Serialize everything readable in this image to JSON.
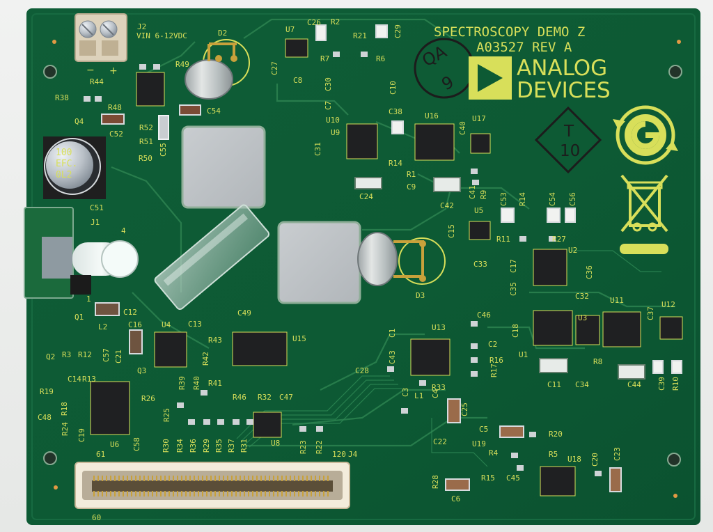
{
  "board": {
    "title": "SPECTROSCOPY DEMO Z",
    "part_number": "A03527 REV A",
    "brand_line1": "ANALOG",
    "brand_line2": "DEVICES",
    "qa_stamp_line1": "QA",
    "qa_stamp_line2": "9",
    "t_mark_line1": "T",
    "t_mark_line2": "10",
    "power_connector_label": "J2",
    "power_spec": "VIN 6-12VDC",
    "polarity_minus": "−",
    "polarity_plus": "+",
    "capacitor_text_line1": "100",
    "capacitor_text_line2": "EFC.",
    "capacitor_text_line3": "0L2",
    "edge_connector_label": "J4",
    "edge_pin_61": "61",
    "edge_pin_60": "60",
    "edge_pin_120": "120",
    "j1_pin_4": "4",
    "j1_pin_1": "1"
  },
  "refs": {
    "J1": "J1",
    "D2": "D2",
    "D3": "D3",
    "U1": "U1",
    "U2": "U2",
    "U3": "U3",
    "U4": "U4",
    "U5": "U5",
    "U6": "U6",
    "U7": "U7",
    "U8": "U8",
    "U9": "U9",
    "U10": "U10",
    "U11": "U11",
    "U12": "U12",
    "U13": "U13",
    "U15": "U15",
    "U16": "U16",
    "U17": "U17",
    "U18": "U18",
    "U19": "U19",
    "Q1": "Q1",
    "Q2": "Q2",
    "Q3": "Q3",
    "Q4": "Q4",
    "L1": "L1",
    "L2": "L2",
    "C51": "C51",
    "C52": "C52",
    "C54": "C54",
    "C55": "C55",
    "C12": "C12",
    "C16": "C16",
    "C13": "C13",
    "C49": "C49",
    "C47": "C47",
    "C24": "C24",
    "C42": "C42",
    "C11": "C11",
    "C44": "C44",
    "C46": "C46",
    "C28": "C28",
    "C25": "C25",
    "C6": "C6",
    "C23": "C23",
    "C20": "C20",
    "C45": "C45",
    "C5": "C5",
    "C22": "C22",
    "C34": "C34",
    "C32": "C32",
    "C37": "C37",
    "C36": "C36",
    "C35": "C35",
    "C33": "C33",
    "C17": "C17",
    "C15": "C15",
    "C53": "C53",
    "C56": "C56",
    "C38": "C38",
    "C40": "C40",
    "C41": "C41",
    "C31": "C31",
    "C26": "C26",
    "C29": "C29",
    "C27": "C27",
    "C8": "C8",
    "C30": "C30",
    "C7": "C7",
    "C10": "C10",
    "C9": "C9",
    "C14": "C14",
    "C48": "C48",
    "C19": "C19",
    "C58": "C58",
    "C57": "C57",
    "C21": "C21",
    "C1": "C1",
    "C43": "C43",
    "C2": "C2",
    "C3": "C3",
    "C4": "C4",
    "C18": "C18",
    "C39": "C39",
    "R1": "R1",
    "R2": "R2",
    "R4": "R4",
    "R5": "R5",
    "R6": "R6",
    "R7": "R7",
    "R8": "R8",
    "R9": "R9",
    "R10": "R10",
    "R11": "R11",
    "R14": "R14",
    "R15": "R15",
    "R16": "R16",
    "R17": "R17",
    "R20": "R20",
    "R21": "R21",
    "R22": "R22",
    "R23": "R23",
    "R24": "R24",
    "R25": "R25",
    "R27": "R27",
    "R28": "R28",
    "R29": "R29",
    "R30": "R30",
    "R31": "R31",
    "R32": "R32",
    "R33": "R33",
    "R34": "R34",
    "R35": "R35",
    "R36": "R36",
    "R37": "R37",
    "R38": "R38",
    "R39": "R39",
    "R40": "R40",
    "R41": "R41",
    "R42": "R42",
    "R43": "R43",
    "R44": "R44",
    "R46": "R46",
    "R48": "R48",
    "R49": "R49",
    "R50": "R50",
    "R51": "R51",
    "R52": "R52",
    "R3": "R3",
    "R12": "R12",
    "R13": "R13",
    "R18": "R18",
    "R19": "R19",
    "R26": "R26"
  },
  "colors": {
    "board_green": "#0d5a34",
    "silkscreen": "#d8df5a",
    "copper_trace": "#2d8350",
    "connector_tan": "#d8c7a1",
    "connector_shell": "#f0e7d2",
    "gold": "#c8a13b",
    "chip_black": "#1f2022",
    "solder_silver": "#cfd3d6"
  },
  "icons": {
    "recycling_mark": "recycle-e-icon",
    "weee_bin": "crossed-bin-icon",
    "brand_logo": "analog-devices-triangle-icon"
  }
}
